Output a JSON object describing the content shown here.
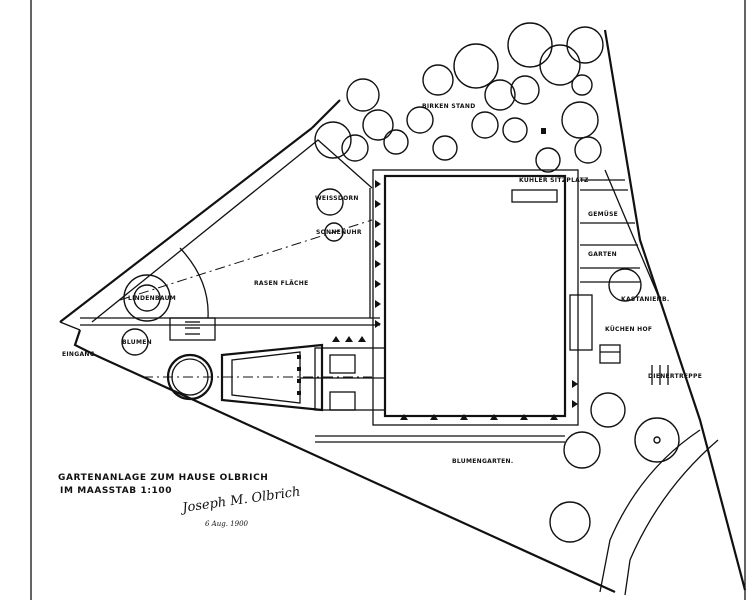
{
  "title": {
    "line1": "GARTENANLAGE ZUM HAUSE OLBRICH",
    "line2": "IM MAASSTAB 1:100"
  },
  "signature": {
    "name": "Joseph M. Olbrich",
    "date": "6 Aug. 1900"
  },
  "labels": {
    "birken_stand": "BIRKEN STAND",
    "kuehler_sitzplatz": "KÜHLER SITZPLATZ",
    "gemuese": "GEMÜSE",
    "garten": "GARTEN",
    "kastanienbaum": "KASTANIENB.",
    "kuechenhof": "KÜCHEN HOF",
    "dienertreppe": "DIENERTREPPE",
    "blumengarten": "BLUMENGARTEN.",
    "rasenflaeche": "RASEN FLÄCHE",
    "lindenbaum": "LINDENBAUM",
    "blumen": "BLUMEN",
    "eingang": "EINGANG",
    "tree_upper": "WEISSDORN",
    "sonnenuhr": "SONNENUHR"
  }
}
